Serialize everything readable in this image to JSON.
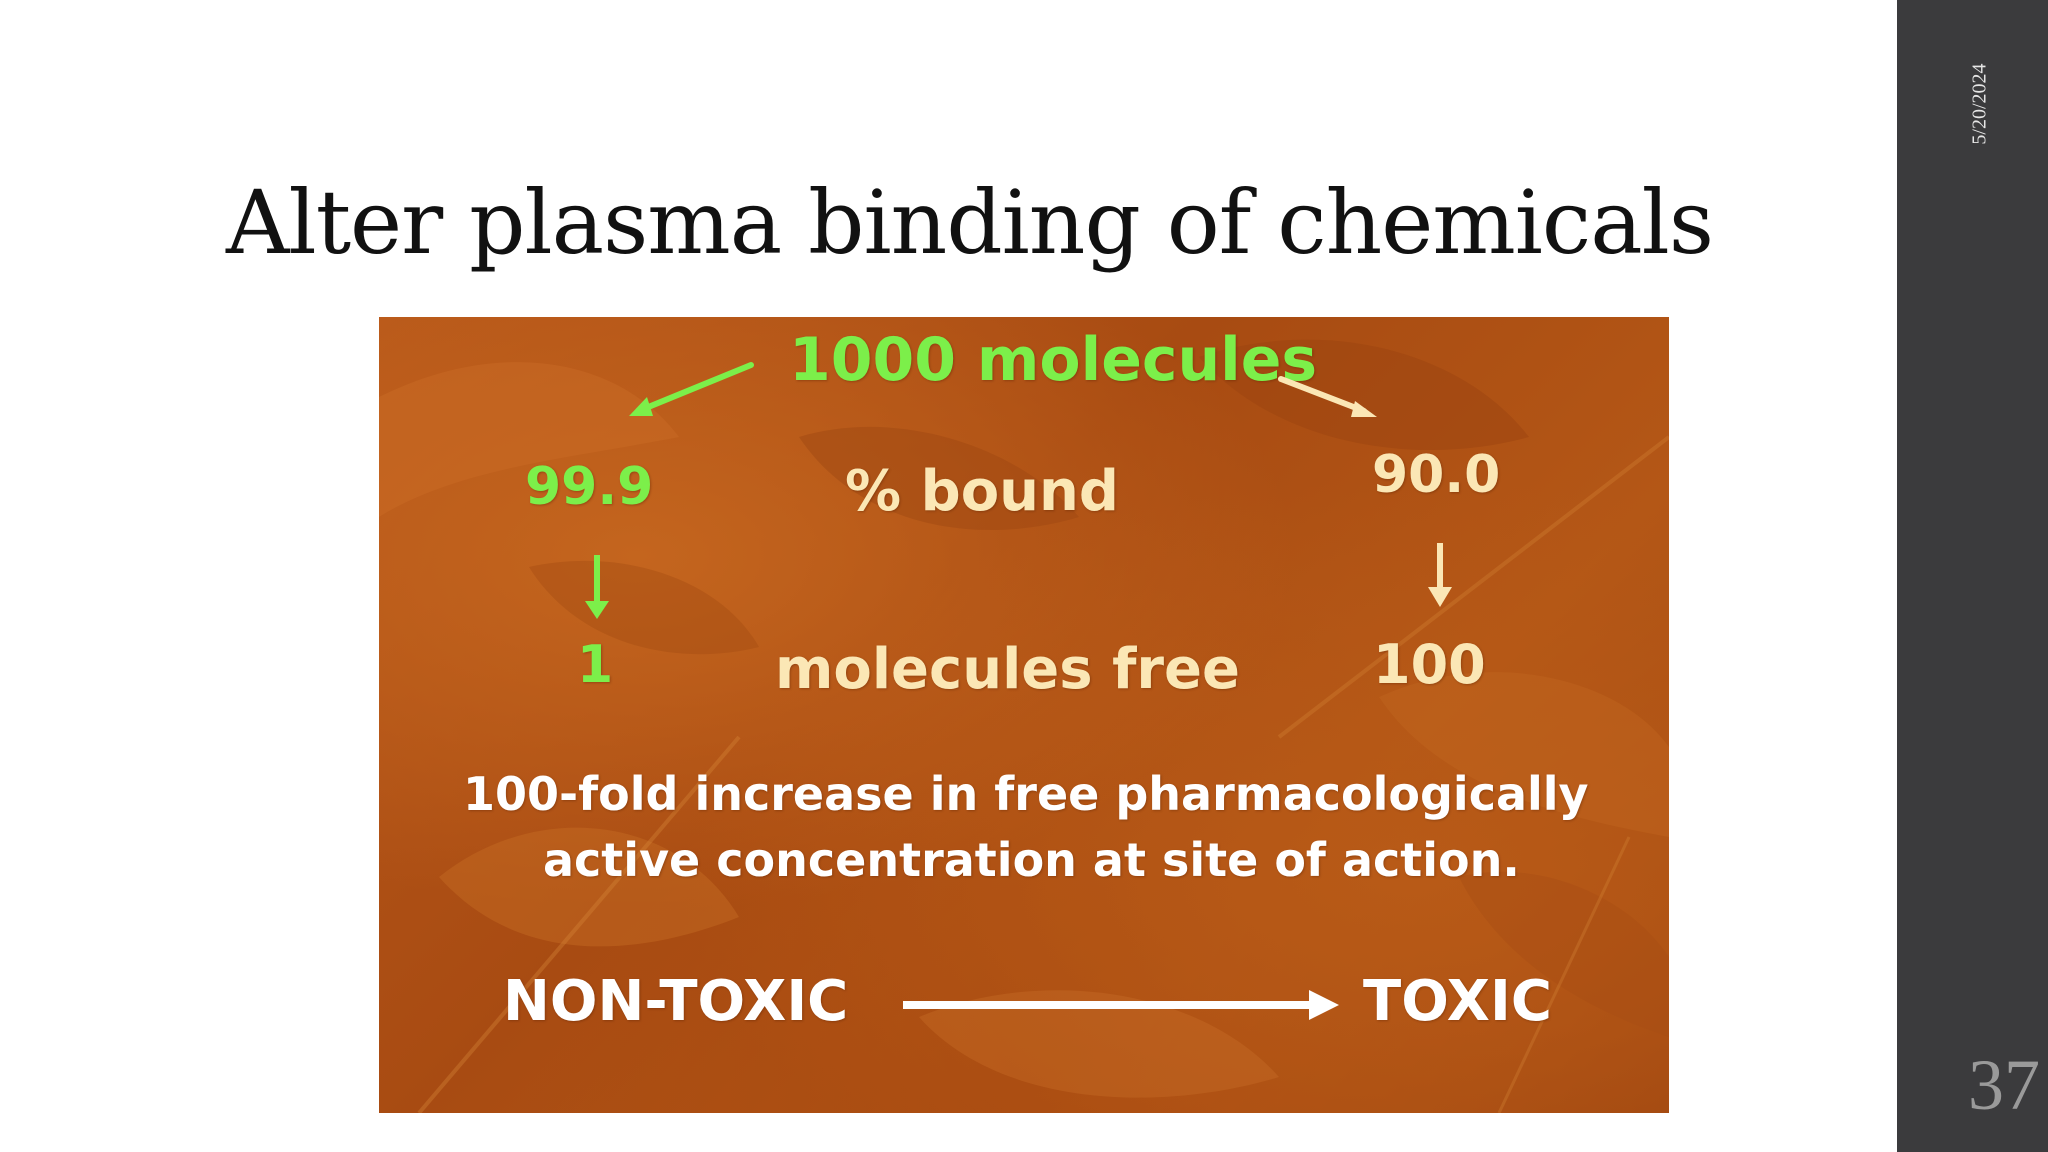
{
  "slide": {
    "title": "Alter plasma binding of chemicals",
    "date": "5/20/2024",
    "page_number": "37"
  },
  "figure": {
    "top_label": "1000 molecules",
    "left_bound": "99.9",
    "center_bound_label": "% bound",
    "right_bound": "90.0",
    "left_free": "1",
    "center_free_label": "molecules free",
    "right_free": "100",
    "summary_line1": "100-fold increase in free pharmacologically",
    "summary_line2": "active concentration at site of action.",
    "from_label": "NON-TOXIC",
    "to_label": "TOXIC",
    "colors": {
      "background": "#b0531a",
      "green_text": "#7cef4a",
      "cream_text": "#fbe7b5",
      "white_text": "#ffffff",
      "sidebar": "#3b3b3d"
    }
  }
}
